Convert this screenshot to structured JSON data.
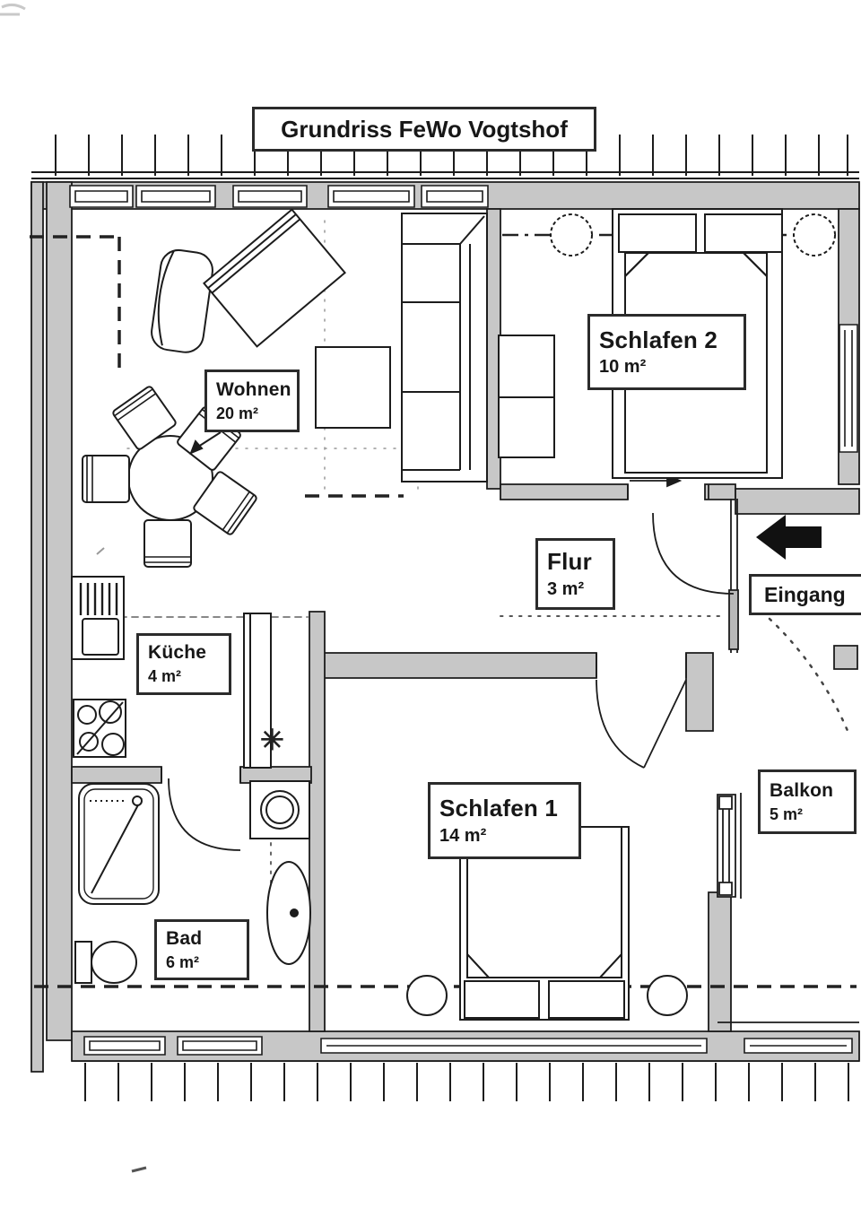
{
  "title": "Grundriss FeWo Vogtshof",
  "rooms": {
    "wohnen": {
      "name": "Wohnen",
      "area": "20 m²"
    },
    "schlafen2": {
      "name": "Schlafen 2",
      "area": "10 m²"
    },
    "flur": {
      "name": "Flur",
      "area": "3 m²"
    },
    "kueche": {
      "name": "Küche",
      "area": "4 m²"
    },
    "schlafen1": {
      "name": "Schlafen 1",
      "area": "14 m²"
    },
    "balkon": {
      "name": "Balkon",
      "area": "5 m²"
    },
    "bad": {
      "name": "Bad",
      "area": "6 m²"
    }
  },
  "entrance": {
    "label": "Eingang",
    "arrow_icon": "arrow-left-solid",
    "direction": "left"
  },
  "symbols": {
    "fridge_marker": "✳"
  },
  "colors": {
    "wall_fill": "#c7c7c7",
    "line": "#1c1c1c",
    "paper": "#ffffff",
    "label_border": "#2b2b2b"
  }
}
